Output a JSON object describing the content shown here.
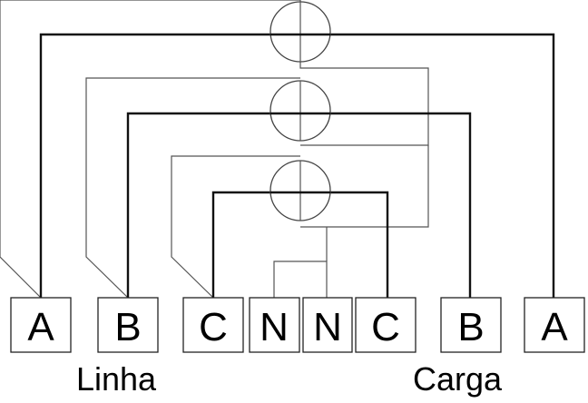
{
  "terminals": [
    {
      "key": "linha-a",
      "label": "A"
    },
    {
      "key": "linha-b",
      "label": "B"
    },
    {
      "key": "linha-c",
      "label": "C"
    },
    {
      "key": "linha-n",
      "label": "N"
    },
    {
      "key": "carga-n",
      "label": "N"
    },
    {
      "key": "carga-c",
      "label": "C"
    },
    {
      "key": "carga-b",
      "label": "B"
    },
    {
      "key": "carga-a",
      "label": "A"
    }
  ],
  "captions": {
    "linha": "Linha",
    "carga": "Carga"
  }
}
